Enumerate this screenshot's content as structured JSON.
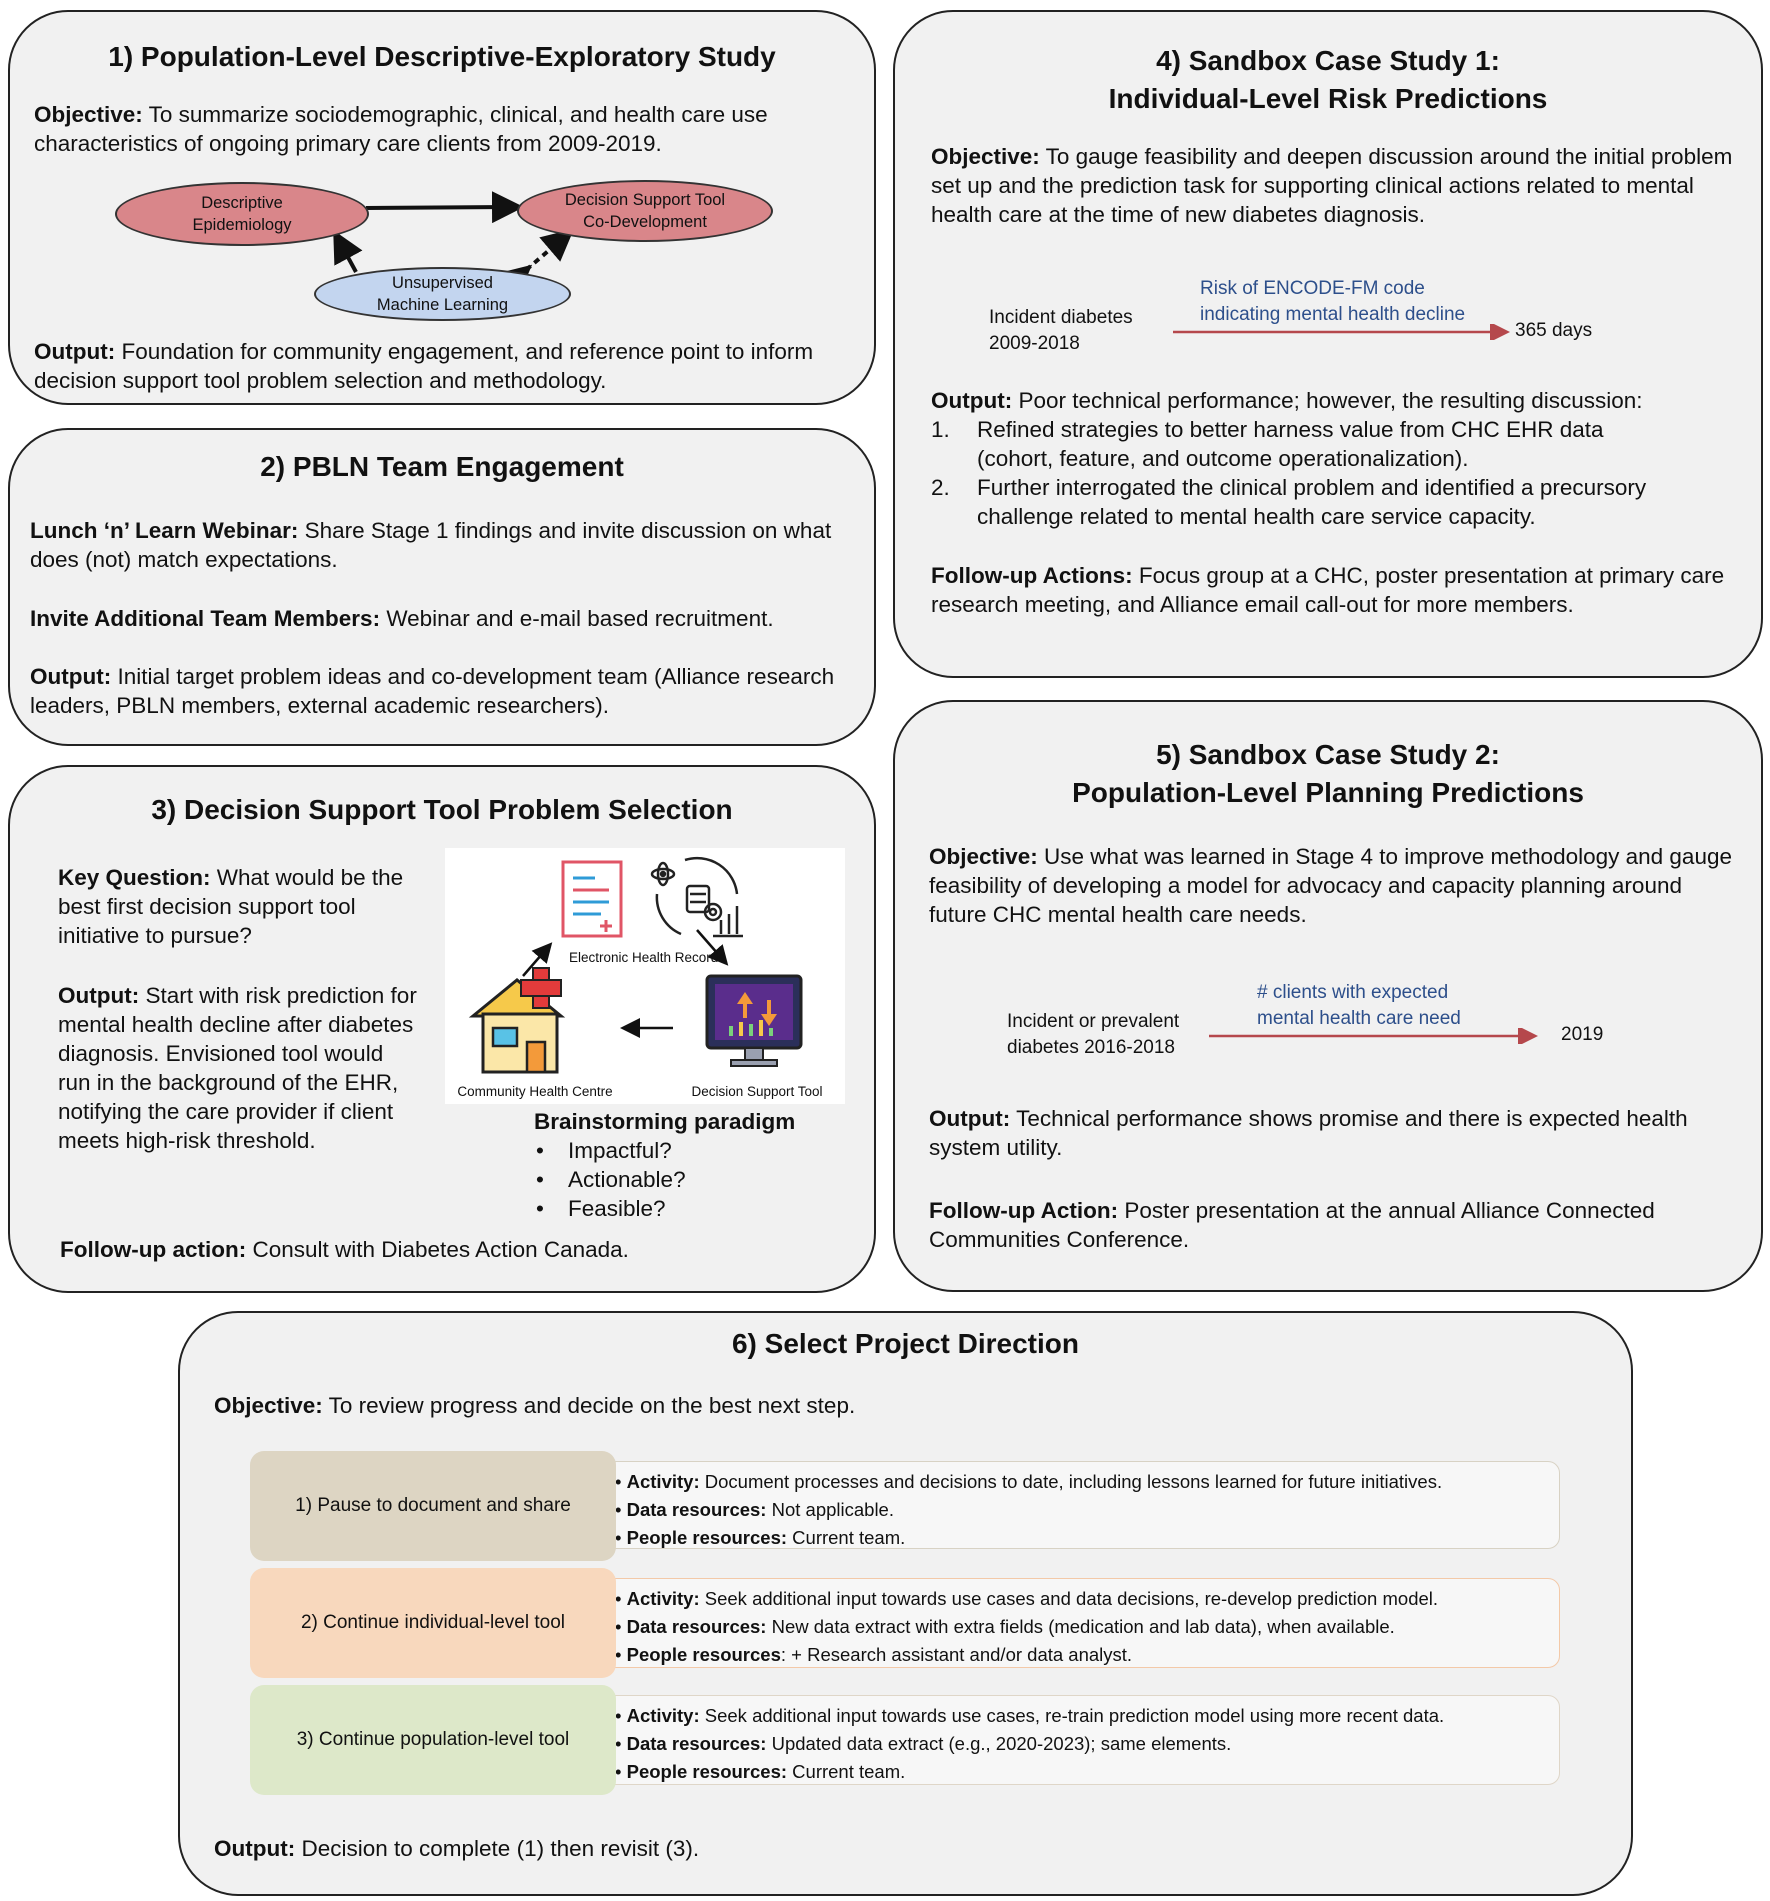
{
  "panel1": {
    "title": "1) Population-Level Descriptive-Exploratory Study",
    "objective_label": "Objective:",
    "objective_text": " To summarize sociodemographic, clinical, and health care use characteristics of ongoing primary care clients from 2009-2019.",
    "nodes": {
      "descriptive": [
        "Descriptive",
        "Epidemiology"
      ],
      "decision": [
        "Decision Support Tool",
        "Co-Development"
      ],
      "unsupervised": [
        "Unsupervised",
        "Machine Learning"
      ]
    },
    "output_label": "Output:",
    "output_text": " Foundation for community engagement, and reference point to inform decision support tool problem selection and methodology."
  },
  "panel2": {
    "title": "2) PBLN Team Engagement",
    "lunch_label": "Lunch ‘n’ Learn Webinar:",
    "lunch_text": " Share Stage 1 findings and invite discussion on what does (not) match expectations.",
    "invite_label": "Invite Additional Team Members:",
    "invite_text": " Webinar and e-mail based recruitment.",
    "output_label": "Output:",
    "output_text": " Initial target problem ideas and co-development team (Alliance research leaders, PBLN members, external academic researchers)."
  },
  "panel3": {
    "title": "3) Decision Support Tool Problem Selection",
    "key_label": "Key Question:",
    "key_text": " What would be the best first decision support tool initiative to pursue?",
    "output_label": "Output:",
    "output_text": " Start with risk prediction for mental health decline after diabetes diagnosis. Envisioned tool would run in the background of the EHR, notifying the care provider if client meets high-risk threshold.",
    "icons": {
      "ehr": "Electronic Health Records",
      "chc": "Community Health Centre",
      "dst": "Decision Support Tool"
    },
    "brainstorm_title": "Brainstorming paradigm",
    "brainstorm_items": [
      "Impactful?",
      "Actionable?",
      "Feasible?"
    ],
    "followup_label": "Follow-up action:",
    "followup_text": " Consult with Diabetes Action Canada."
  },
  "panel4": {
    "title_line1": "4) Sandbox Case Study 1:",
    "title_line2": "Individual-Level Risk Predictions",
    "objective_label": "Objective:",
    "objective_text": " To gauge feasibility and deepen discussion around the initial problem set up and the prediction task for supporting clinical actions related to mental health care at the time of new diabetes diagnosis.",
    "timeline_start": [
      "Incident diabetes",
      "2009-2018"
    ],
    "timeline_outcome": [
      "Risk of ENCODE-FM code",
      "indicating mental health decline"
    ],
    "timeline_end": "365 days",
    "output_label": "Output:",
    "output_text": " Poor technical performance; however, the resulting discussion:",
    "output_items": [
      {
        "num": "1.",
        "text": "Refined strategies to better harness value from CHC EHR data (cohort, feature, and outcome operationalization)."
      },
      {
        "num": "2.",
        "text": "Further interrogated the clinical problem and identified a precursory challenge related to mental health care service capacity."
      }
    ],
    "followup_label": "Follow-up Actions:",
    "followup_text": " Focus group at a CHC, poster presentation at primary care research meeting, and Alliance email call-out for more members."
  },
  "panel5": {
    "title_line1": "5) Sandbox Case Study 2:",
    "title_line2": "Population-Level Planning Predictions",
    "objective_label": "Objective:",
    "objective_text": " Use what was learned in Stage 4 to improve methodology and gauge feasibility of developing a model for advocacy and capacity planning around future CHC mental health care needs.",
    "timeline_start": [
      "Incident or prevalent",
      "diabetes 2016-2018"
    ],
    "timeline_outcome": [
      "# clients with expected",
      "mental health care need"
    ],
    "timeline_end": "2019",
    "output_label": "Output:",
    "output_text": " Technical performance shows promise and there is expected health system utility.",
    "followup_label": "Follow-up Action:",
    "followup_text": " Poster presentation at the annual Alliance Connected Communities Conference."
  },
  "panel6": {
    "title": "6) Select Project Direction",
    "objective_label": "Objective:",
    "objective_text": " To review progress and decide on the best next step.",
    "options": [
      {
        "label": "1) Pause to document and share",
        "color": "#ddd5c3",
        "border": "#d8d2c4",
        "activity_label": "Activity:",
        "activity": " Document processes and decisions to date, including lessons learned for future initiatives.",
        "data_label": "Data resources:",
        "data": " Not applicable.",
        "people_label": "People resources:",
        "people": " Current team."
      },
      {
        "label": "2) Continue individual-level tool",
        "color": "#f8d8bd",
        "border": "#f3c9a8",
        "activity_label": "Activity:",
        "activity": " Seek additional input towards use cases and data decisions, re-develop prediction model.",
        "data_label": "Data resources:",
        "data": " New data extract with extra fields (medication and lab data), when available.",
        "people_label": "People resources",
        "people": ": + Research assistant and/or data analyst."
      },
      {
        "label": "3) Continue population-level tool",
        "color": "#dde8c9",
        "border": "#dfd6c8",
        "activity_label": "Activity:",
        "activity": " Seek additional input towards use cases, re-train prediction model using more recent data.",
        "data_label": "Data resources:",
        "data": " Updated data extract (e.g., 2020-2023); same elements.",
        "people_label": "People resources:",
        "people": " Current team."
      }
    ],
    "output_label": "Output:",
    "output_text": " Decision to complete (1) then revisit (3)."
  },
  "colors": {
    "panel_bg": "#f1f1f1",
    "ellipse_red": "#d9868a",
    "ellipse_blue": "#c3d5ef",
    "timeline_arrow": "#b5484c",
    "timeline_text": "#2d4f8b"
  }
}
